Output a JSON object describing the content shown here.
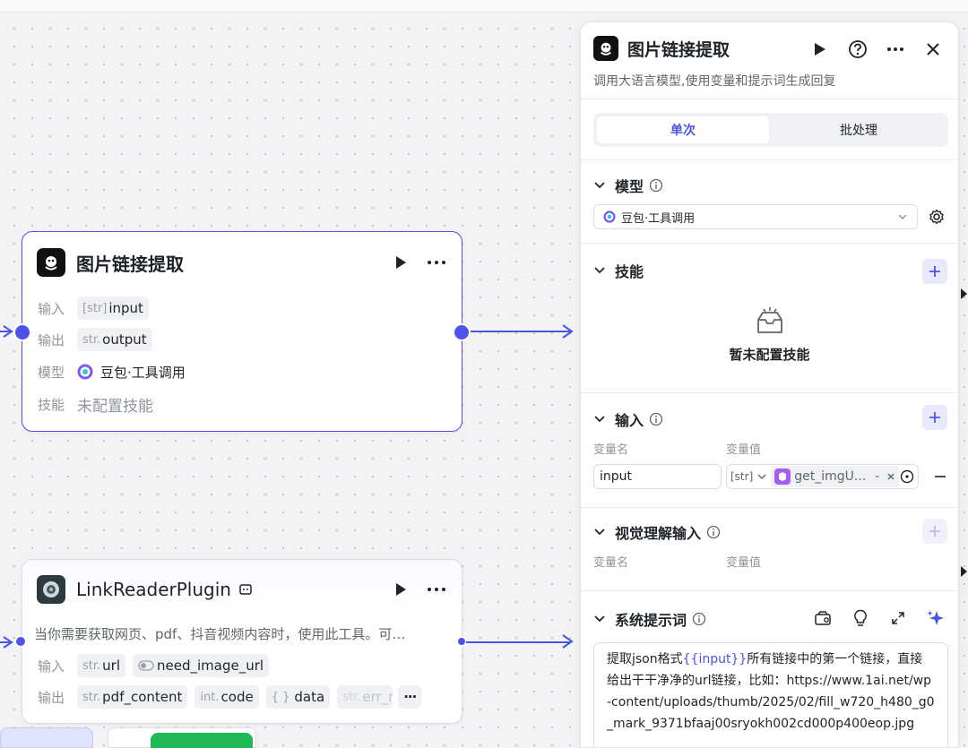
{
  "node1": {
    "title": "图片链接提取",
    "input_label": "输入",
    "input_type": "[str]",
    "input_value": "input",
    "output_label": "输出",
    "output_type": "str.",
    "output_value": "output",
    "model_label": "模型",
    "model_value": "豆包·工具调用",
    "skill_label": "技能",
    "skill_value": "未配置技能"
  },
  "node2": {
    "title": "LinkReaderPlugin",
    "description": "当你需要获取网页、pdf、抖音视频内容时，使用此工具。可…",
    "input_label": "输入",
    "inputs": [
      {
        "type": "str.",
        "name": "url"
      },
      {
        "type": "",
        "name": "need_image_url"
      }
    ],
    "output_label": "输出",
    "outputs": [
      {
        "type": "str.",
        "name": "pdf_content"
      },
      {
        "type": "int.",
        "name": "code"
      },
      {
        "type": "{ }",
        "name": "data"
      },
      {
        "type": "str.",
        "name": "err_r"
      }
    ],
    "more": "···"
  },
  "panel": {
    "title": "图片链接提取",
    "description": "调用大语言模型,使用变量和提示词生成回复",
    "tab_single": "单次",
    "tab_batch": "批处理",
    "model_section": "模型",
    "model_value": "豆包·工具调用",
    "skill_section": "技能",
    "skill_empty": "暂未配置技能",
    "input_section": "输入",
    "var_name_label": "变量名",
    "var_value_label": "变量值",
    "input_name": "input",
    "input_type": "[str]",
    "input_ref": "get_imgU...",
    "input_ref_suffix": "-",
    "vision_section": "视觉理解输入",
    "vision_var_name_label": "变量名",
    "vision_var_value_label": "变量值",
    "prompt_section": "系统提示词",
    "prompt_pre": "提取json格式",
    "prompt_var": "{{input}}",
    "prompt_post": "所有链接中的第一个链接，直接给出干干净净的url链接，比如：https://www.1ai.net/wp-content/uploads/thumb/2025/02/fill_w720_h480_g0_mark_9371bfaaj00sryokh002cd000p400eop.jpg"
  },
  "colors": {
    "accent": "#4d53e8",
    "run_button": "#1fb955"
  }
}
